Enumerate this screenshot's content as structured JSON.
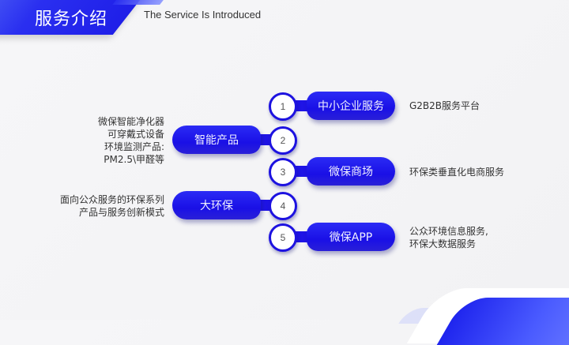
{
  "header": {
    "title_cn": "服务介绍",
    "title_en": "The Service Is Introduced"
  },
  "steps": [
    {
      "number": "1",
      "label": "中小企业服务",
      "side": "right",
      "description": [
        "G2B2B服务平台"
      ]
    },
    {
      "number": "2",
      "label": "智能产品",
      "side": "left",
      "description": [
        "微保智能净化器",
        "可穿戴式设备",
        "环境监测产品:",
        "PM2.5\\甲醛等"
      ]
    },
    {
      "number": "3",
      "label": "微保商场",
      "side": "right",
      "description": [
        "环保类垂直化电商服务"
      ]
    },
    {
      "number": "4",
      "label": "大环保",
      "side": "left",
      "description": [
        "面向公众服务的环保系列",
        "产品与服务创新模式"
      ]
    },
    {
      "number": "5",
      "label": "微保APP",
      "side": "right",
      "description": [
        "公众环境信息服务,",
        "环保大数据服务"
      ]
    }
  ],
  "colors": {
    "accent": "#1d12e0",
    "pill_gradient_top": "#2b2bf5",
    "background": "#f4f4f6"
  }
}
